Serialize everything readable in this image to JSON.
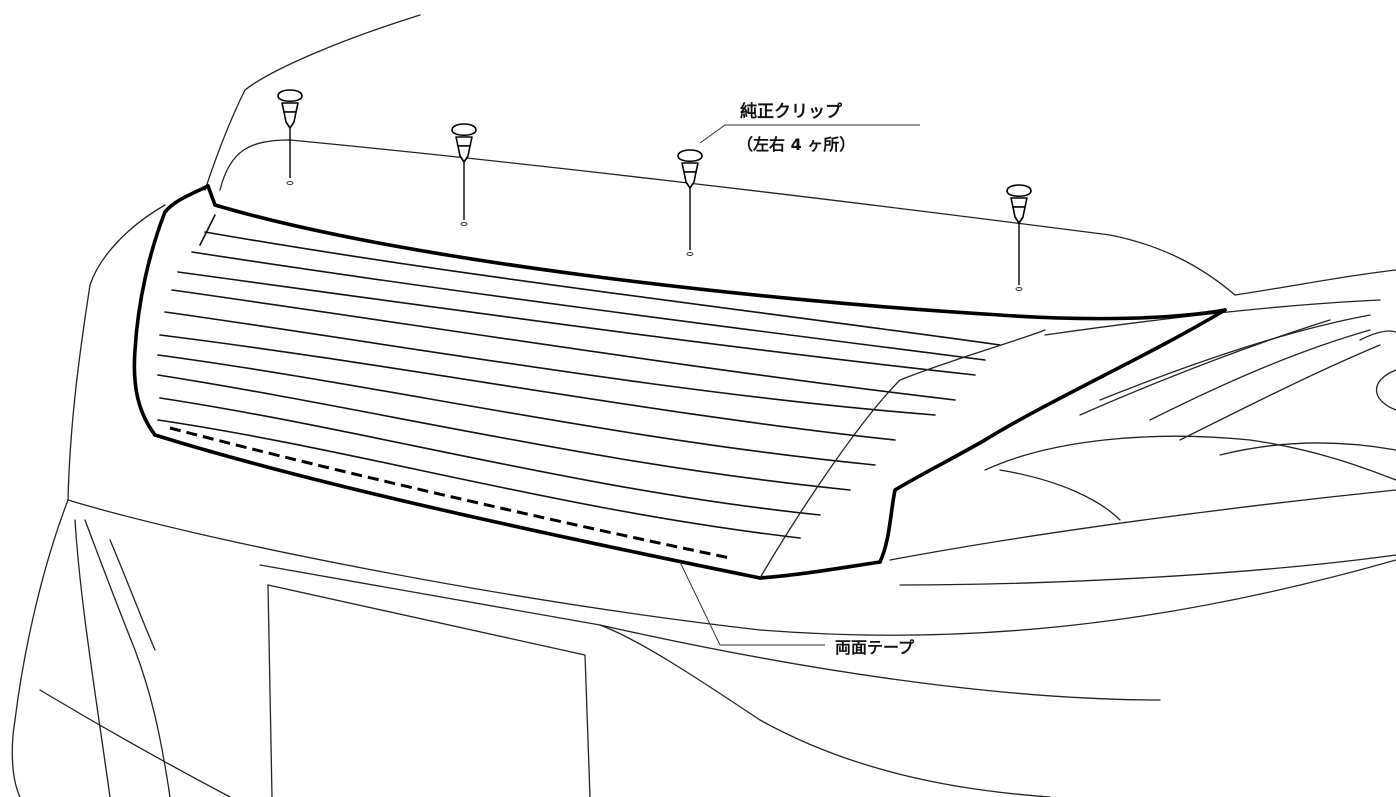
{
  "labels": {
    "clip_title": "純正クリップ",
    "clip_note": "（左右 4 ヶ所）",
    "tape": "両面テープ"
  },
  "colors": {
    "line": "#000000",
    "background": "#ffffff"
  }
}
